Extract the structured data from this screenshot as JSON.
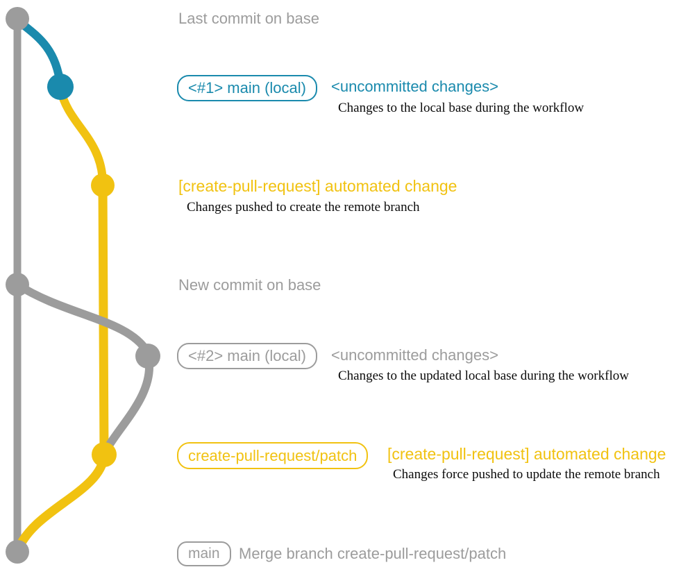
{
  "colors": {
    "gray": "#9c9c9c",
    "teal": "#1a8aad",
    "yellow": "#f1c211",
    "note_text": "#0b0b0b",
    "background": "#ffffff"
  },
  "graph": {
    "branches": [
      {
        "name": "base",
        "color_key": "gray"
      },
      {
        "name": "main (local)",
        "color_key": "teal then gray"
      },
      {
        "name": "create-pull-request/patch",
        "color_key": "yellow"
      }
    ],
    "commit_dots": [
      {
        "id": "last-commit-on-base",
        "color_key": "gray"
      },
      {
        "id": "main-local-1",
        "color_key": "teal"
      },
      {
        "id": "automated-change-1",
        "color_key": "yellow"
      },
      {
        "id": "new-commit-on-base",
        "color_key": "gray"
      },
      {
        "id": "main-local-2",
        "color_key": "gray"
      },
      {
        "id": "automated-change-2",
        "color_key": "yellow"
      },
      {
        "id": "merge-commit",
        "color_key": "gray"
      }
    ]
  },
  "rows": {
    "r1": {
      "label": "Last commit on base"
    },
    "r2": {
      "badge": "<#1> main (local)",
      "status": "<uncommitted changes>",
      "note": "Changes to the local base during the workflow"
    },
    "r3": {
      "message": "[create-pull-request] automated change",
      "note": "Changes pushed to create the remote branch"
    },
    "r4": {
      "label": "New commit on base"
    },
    "r5": {
      "badge": "<#2> main (local)",
      "status": "<uncommitted changes>",
      "note": "Changes to the updated local base during the workflow"
    },
    "r6": {
      "badge": "create-pull-request/patch",
      "message": "[create-pull-request] automated change",
      "note": "Changes force pushed to update the remote branch"
    },
    "r7": {
      "badge": "main",
      "label": "Merge branch create-pull-request/patch"
    }
  }
}
